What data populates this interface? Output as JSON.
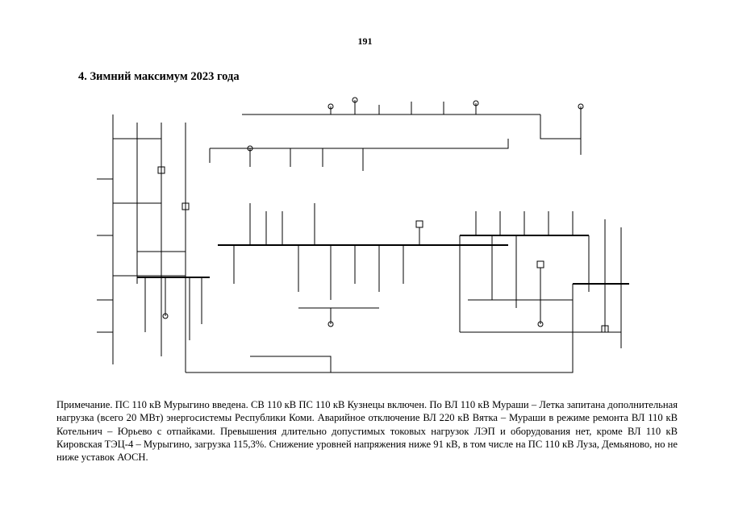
{
  "page_number": "191",
  "heading": "4. Зимний максимум 2023 года",
  "note": "Примечание. ПС 110 кВ Мурыгино введена. СВ 110 кВ ПС 110 кВ Кузнецы включен. По ВЛ 110 кВ Мураши – Летка запитана дополнительная нагрузка (всего 20 МВт) энергосистемы Республики Коми. Аварийное отключение ВЛ 220 кВ Вятка – Мураши в режиме ремонта ВЛ 110 кВ Котельнич – Юрьево с отпайками. Превышения длительно допустимых токовых нагрузок ЛЭП и оборудования нет, кроме ВЛ 110 кВ Кировская ТЭЦ-4 – Мурыгино, загрузка 115,3%. Снижение уровней напряжения ниже 91 кВ, в том числе на ПС 110 кВ Луза, Демьяново, но не ниже уставок АОСН."
}
